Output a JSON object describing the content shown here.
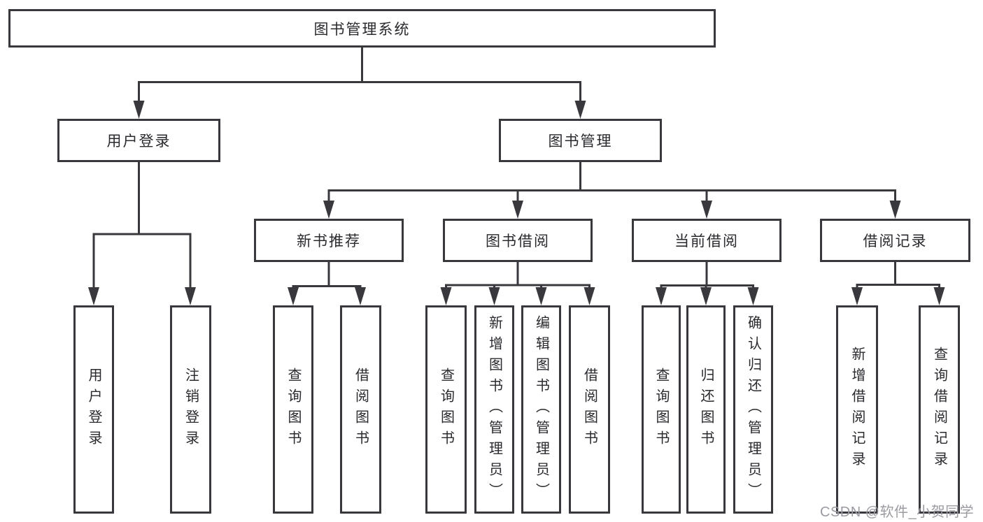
{
  "diagram": {
    "title": "图书管理系统",
    "nodes": {
      "root": "图书管理系统",
      "level2": {
        "user_login": "用户登录",
        "book_mgmt": "图书管理"
      },
      "level3": {
        "new_books": "新书推荐",
        "book_borrow": "图书借阅",
        "current_borrow": "当前借阅",
        "borrow_records": "借阅记录"
      },
      "leaves": {
        "user_login_children": [
          "用户登录",
          "注销登录"
        ],
        "new_books_children": [
          "查询图书",
          "借阅图书"
        ],
        "book_borrow_children": [
          "查询图书",
          "新增图书（管理员）",
          "编辑图书（管理员）",
          "借阅图书"
        ],
        "current_borrow_children": [
          "查询图书",
          "归还图书",
          "确认归还（管理员）"
        ],
        "borrow_records_children": [
          "新增借阅记录",
          "查询借阅记录"
        ]
      }
    },
    "colors": {
      "line": "#39393d",
      "text": "#29292e",
      "box_background": "#ffffff",
      "watermark": "#9b9ba2",
      "page_background": "#ffffff"
    }
  },
  "watermark": {
    "text": "CSDN @软件_小贺同学"
  }
}
